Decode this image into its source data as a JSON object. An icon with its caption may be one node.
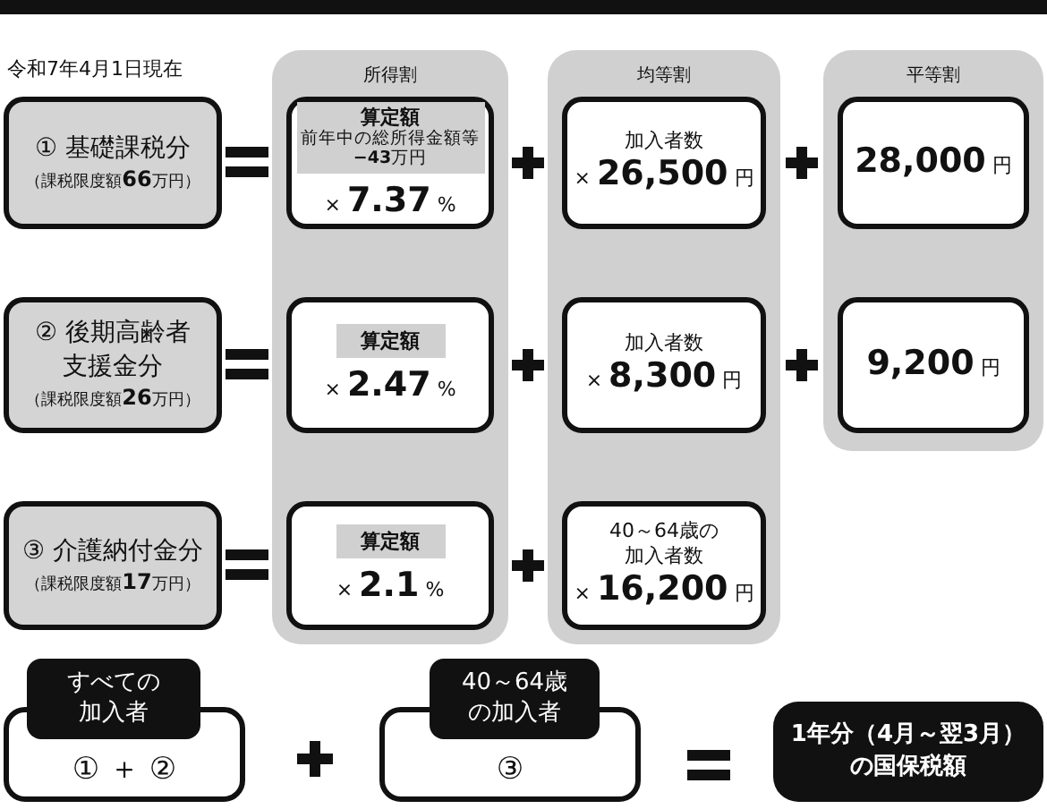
{
  "diagram": {
    "nodes": [
      {
        "text": [
          "① 基礎課税分",
          "（課税限度額**66**万円）"
        ]
      },
      {
        "text": [
          "② 後期高齢者支援金分",
          "（課税限度額**26**万円）"
        ]
      },
      {
        "text": [
          "③ 介護納付金分",
          "（課税限度額**17**万円）"
        ]
      },
      {
        "text": [
          "所得割"
        ]
      },
      {
        "text": [
          "算定額",
          "前年中の総所得金額等**−43**万円",
          "× **7.37** %"
        ],
        "in": 3
      },
      {
        "text": [
          "算定額",
          "× **2.47** %"
        ],
        "in": 3
      },
      {
        "text": [
          "算定額",
          "× **2.1** %"
        ],
        "in": 3
      },
      {
        "text": [
          "均等割"
        ]
      },
      {
        "text": [
          "加入者数",
          "× **26,500** 円"
        ],
        "in": 7
      },
      {
        "text": [
          "加入者数",
          "× **8,300** 円"
        ],
        "in": 7
      },
      {
        "text": [
          "40～64歳の加入者数",
          "× **16,200** 円"
        ],
        "in": 7
      },
      {
        "text": [
          "平等割"
        ]
      },
      {
        "text": [
          "**28,000** 円"
        ],
        "in": 11
      },
      {
        "text": [
          "**9,200** 円"
        ],
        "in": 11
      },
      {
        "text": [
          "すべての加入者",
          "① ＋ ②"
        ]
      },
      {
        "text": [
          "40～64歳の加入者",
          "③"
        ]
      },
      {
        "text": [
          "1年分（4月～翌3月）の国保税額"
        ]
      }
    ],
    "labels": [
      "令和7年4月1日現在"
    ]
  }
}
